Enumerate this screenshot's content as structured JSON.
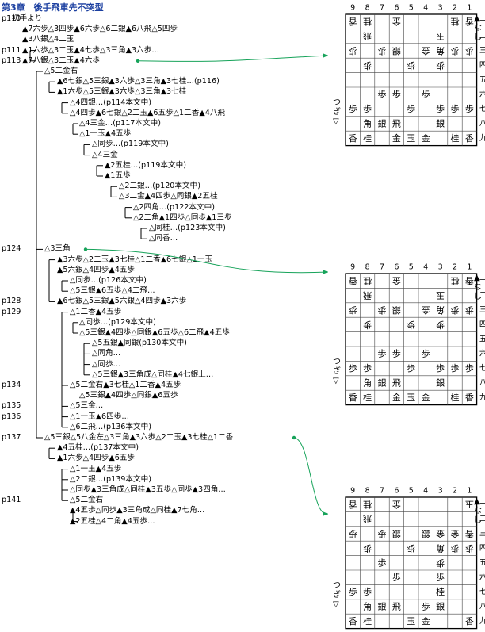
{
  "chapter_title": "第3章　後手飛車先不突型",
  "page_labels": [
    "p110",
    "p111",
    "p113",
    "p124",
    "p128",
    "p129",
    "p134",
    "p135",
    "p136",
    "p137",
    "p141"
  ],
  "lines": [
    "初手より",
    "▲7六歩△3四歩▲6六歩△6二銀▲6八飛△5四歩",
    "▲3八銀△4二玉",
    "▲1六歩△3二玉▲4七歩△3三角▲3六歩…",
    "▲7八銀△3二玉▲4六歩",
    "△5二金右",
    "▲6七銀△5三銀▲3六歩△3三角▲3七桂…(p116)",
    "▲1六歩△5三銀▲3六歩△3三角▲3七桂",
    "△4四銀…(p114本文中)",
    "△4四歩▲6七銀△2二玉▲6五歩△1二香▲4八飛",
    "△4三金…(p117本文中)",
    "△1一玉▲4五歩",
    "△同歩…(p119本文中)",
    "△4三金",
    "▲2五桂…(p119本文中)",
    "▲1五歩",
    "△2二銀…(p120本文中)",
    "△3二金▲4四歩△同銀▲2五桂",
    "△2四角…(p122本文中)",
    "△2二角▲1四歩△同歩▲1三歩",
    "△同桂…(p123本文中)",
    "△同香…",
    "△3三角",
    "▲3六歩△2二玉▲3七桂△1二香▲6七銀△1一玉",
    "▲5六銀△4四歩▲4五歩",
    "△同歩…(p126本文中)",
    "△5三銀▲6五歩△4二飛…",
    "▲6七銀△5三銀▲5六銀△4四歩▲3六歩",
    "△1二香▲4五歩",
    "△同歩…(p129本文中)",
    "△5三銀▲4四歩△同銀▲6五歩△6二飛▲4五歩",
    "△5五銀▲同銀(p130本文中)",
    "△同角…",
    "△同歩…",
    "△5三銀▲3三角成△同桂▲4七銀上…",
    "△5二金右▲3七桂△1二香▲4五歩",
    "△5三銀▲4四歩△同銀▲6五歩",
    "△5三金…",
    "△1一玉▲6四歩…",
    "△6二飛…(p136本文中)",
    "△5三銀△5八金左△3三角▲3六歩△2二玉▲3七桂△1二香",
    "▲4五桂…(p137本文中)",
    "▲1六歩△4四歩▲6五歩",
    "△1一玉▲4五歩",
    "△2二銀…(p139本文中)",
    "△同歩▲3三角成△同桂▲3五歩△同歩▲3四角…",
    "△5二金右",
    "▲4五歩△同歩▲3三角成△同桂▲7七角…",
    "▲2五桂△4二角▲4五歩…"
  ],
  "boards": [
    {
      "files": [
        "9",
        "8",
        "7",
        "6",
        "5",
        "4",
        "3",
        "2",
        "1"
      ],
      "ranks": [
        "一",
        "二",
        "三",
        "四",
        "五",
        "六",
        "七",
        "八",
        "九"
      ],
      "hand_top": "▲なし",
      "hand_bottom": "つぎ▽",
      "rows": [
        [
          [
            "香",
            "g"
          ],
          [
            "桂",
            "g"
          ],
          [
            "",
            ""
          ],
          [
            "金",
            "g"
          ],
          [
            "",
            ""
          ],
          [
            "",
            ""
          ],
          [
            "",
            ""
          ],
          [
            "桂",
            "g"
          ],
          [
            "香",
            "g"
          ]
        ],
        [
          [
            "",
            ""
          ],
          [
            "飛",
            "g"
          ],
          [
            "",
            ""
          ],
          [
            "",
            ""
          ],
          [
            "",
            ""
          ],
          [
            "",
            ""
          ],
          [
            "玉",
            "g"
          ],
          [
            "",
            ""
          ],
          [
            "",
            ""
          ]
        ],
        [
          [
            "歩",
            "g"
          ],
          [
            "",
            ""
          ],
          [
            "歩",
            "g"
          ],
          [
            "銀",
            "g"
          ],
          [
            "",
            ""
          ],
          [
            "金",
            "g"
          ],
          [
            "角",
            "g"
          ],
          [
            "歩",
            "g"
          ],
          [
            "歩",
            "g"
          ]
        ],
        [
          [
            "",
            ""
          ],
          [
            "歩",
            "g"
          ],
          [
            "",
            ""
          ],
          [
            "",
            ""
          ],
          [
            "歩",
            "g"
          ],
          [
            "",
            ""
          ],
          [
            "歩",
            "g"
          ],
          [
            "",
            ""
          ],
          [
            "",
            ""
          ]
        ],
        [
          [
            "",
            ""
          ],
          [
            "",
            ""
          ],
          [
            "",
            ""
          ],
          [
            "",
            ""
          ],
          [
            "",
            ""
          ],
          [
            "",
            ""
          ],
          [
            "",
            ""
          ],
          [
            "",
            ""
          ],
          [
            "",
            ""
          ]
        ],
        [
          [
            "",
            ""
          ],
          [
            "",
            ""
          ],
          [
            "歩",
            "s"
          ],
          [
            "歩",
            "s"
          ],
          [
            "",
            ""
          ],
          [
            "歩",
            "s"
          ],
          [
            "",
            ""
          ],
          [
            "",
            ""
          ],
          [
            "",
            ""
          ]
        ],
        [
          [
            "歩",
            "s"
          ],
          [
            "歩",
            "s"
          ],
          [
            "",
            ""
          ],
          [
            "",
            ""
          ],
          [
            "歩",
            "s"
          ],
          [
            "",
            ""
          ],
          [
            "歩",
            "s"
          ],
          [
            "歩",
            "s"
          ],
          [
            "歩",
            "s"
          ]
        ],
        [
          [
            "",
            ""
          ],
          [
            "角",
            "s"
          ],
          [
            "銀",
            "s"
          ],
          [
            "飛",
            "s"
          ],
          [
            "",
            ""
          ],
          [
            "",
            ""
          ],
          [
            "銀",
            "s"
          ],
          [
            "",
            ""
          ],
          [
            "",
            ""
          ]
        ],
        [
          [
            "香",
            "s"
          ],
          [
            "桂",
            "s"
          ],
          [
            "",
            ""
          ],
          [
            "金",
            "s"
          ],
          [
            "玉",
            "s"
          ],
          [
            "金",
            "s"
          ],
          [
            "",
            ""
          ],
          [
            "桂",
            "s"
          ],
          [
            "香",
            "s"
          ]
        ]
      ]
    },
    {
      "files": [
        "9",
        "8",
        "7",
        "6",
        "5",
        "4",
        "3",
        "2",
        "1"
      ],
      "ranks": [
        "一",
        "二",
        "三",
        "四",
        "五",
        "六",
        "七",
        "八",
        "九"
      ],
      "hand_top": "▲なし",
      "hand_bottom": "つぎ▽",
      "rows": [
        [
          [
            "香",
            "g"
          ],
          [
            "桂",
            "g"
          ],
          [
            "",
            ""
          ],
          [
            "金",
            "g"
          ],
          [
            "",
            ""
          ],
          [
            "",
            ""
          ],
          [
            "",
            ""
          ],
          [
            "桂",
            "g"
          ],
          [
            "香",
            "g"
          ]
        ],
        [
          [
            "",
            ""
          ],
          [
            "飛",
            "g"
          ],
          [
            "",
            ""
          ],
          [
            "",
            ""
          ],
          [
            "",
            ""
          ],
          [
            "",
            ""
          ],
          [
            "玉",
            "g"
          ],
          [
            "",
            ""
          ],
          [
            "",
            ""
          ]
        ],
        [
          [
            "歩",
            "g"
          ],
          [
            "",
            ""
          ],
          [
            "歩",
            "g"
          ],
          [
            "銀",
            "g"
          ],
          [
            "",
            ""
          ],
          [
            "金",
            "g"
          ],
          [
            "角",
            "g"
          ],
          [
            "歩",
            "g"
          ],
          [
            "歩",
            "g"
          ]
        ],
        [
          [
            "",
            ""
          ],
          [
            "歩",
            "g"
          ],
          [
            "",
            ""
          ],
          [
            "",
            ""
          ],
          [
            "歩",
            "g"
          ],
          [
            "",
            ""
          ],
          [
            "歩",
            "g"
          ],
          [
            "",
            ""
          ],
          [
            "",
            ""
          ]
        ],
        [
          [
            "",
            ""
          ],
          [
            "",
            ""
          ],
          [
            "",
            ""
          ],
          [
            "",
            ""
          ],
          [
            "",
            ""
          ],
          [
            "",
            ""
          ],
          [
            "",
            ""
          ],
          [
            "",
            ""
          ],
          [
            "",
            ""
          ]
        ],
        [
          [
            "",
            ""
          ],
          [
            "",
            ""
          ],
          [
            "歩",
            "s"
          ],
          [
            "歩",
            "s"
          ],
          [
            "",
            ""
          ],
          [
            "歩",
            "s"
          ],
          [
            "",
            ""
          ],
          [
            "",
            ""
          ],
          [
            "",
            ""
          ]
        ],
        [
          [
            "歩",
            "s"
          ],
          [
            "歩",
            "s"
          ],
          [
            "",
            ""
          ],
          [
            "",
            ""
          ],
          [
            "歩",
            "s"
          ],
          [
            "",
            ""
          ],
          [
            "歩",
            "s"
          ],
          [
            "歩",
            "s"
          ],
          [
            "歩",
            "s"
          ]
        ],
        [
          [
            "",
            ""
          ],
          [
            "角",
            "s"
          ],
          [
            "銀",
            "s"
          ],
          [
            "飛",
            "s"
          ],
          [
            "",
            ""
          ],
          [
            "",
            ""
          ],
          [
            "銀",
            "s"
          ],
          [
            "",
            ""
          ],
          [
            "",
            ""
          ]
        ],
        [
          [
            "香",
            "s"
          ],
          [
            "桂",
            "s"
          ],
          [
            "",
            ""
          ],
          [
            "金",
            "s"
          ],
          [
            "玉",
            "s"
          ],
          [
            "金",
            "s"
          ],
          [
            "",
            ""
          ],
          [
            "桂",
            "s"
          ],
          [
            "香",
            "s"
          ]
        ]
      ]
    },
    {
      "files": [
        "9",
        "8",
        "7",
        "6",
        "5",
        "4",
        "3",
        "2",
        "1"
      ],
      "ranks": [
        "一",
        "二",
        "三",
        "四",
        "五",
        "六",
        "七",
        "八",
        "九"
      ],
      "hand_top": "▲なし",
      "hand_bottom": "つぎ▽",
      "rows": [
        [
          [
            "香",
            "g"
          ],
          [
            "桂",
            "g"
          ],
          [
            "",
            ""
          ],
          [
            "金",
            "g"
          ],
          [
            "",
            ""
          ],
          [
            "",
            ""
          ],
          [
            "",
            ""
          ],
          [
            "",
            ""
          ],
          [
            "玉",
            "g"
          ]
        ],
        [
          [
            "",
            ""
          ],
          [
            "飛",
            "g"
          ],
          [
            "",
            ""
          ],
          [
            "",
            ""
          ],
          [
            "",
            ""
          ],
          [
            "",
            ""
          ],
          [
            "",
            ""
          ],
          [
            "",
            ""
          ],
          [
            "",
            ""
          ]
        ],
        [
          [
            "歩",
            "g"
          ],
          [
            "",
            ""
          ],
          [
            "歩",
            "g"
          ],
          [
            "銀",
            "g"
          ],
          [
            "",
            ""
          ],
          [
            "銀",
            "g"
          ],
          [
            "金",
            "g"
          ],
          [
            "金",
            "g"
          ],
          [
            "香",
            "g"
          ]
        ],
        [
          [
            "",
            ""
          ],
          [
            "歩",
            "g"
          ],
          [
            "",
            ""
          ],
          [
            "",
            ""
          ],
          [
            "歩",
            "g"
          ],
          [
            "",
            ""
          ],
          [
            "角",
            "g"
          ],
          [
            "歩",
            "g"
          ],
          [
            "歩",
            "g"
          ]
        ],
        [
          [
            "",
            ""
          ],
          [
            "",
            ""
          ],
          [
            "歩",
            "s"
          ],
          [
            "",
            ""
          ],
          [
            "",
            ""
          ],
          [
            "",
            ""
          ],
          [
            "歩",
            "g"
          ],
          [
            "",
            ""
          ],
          [
            "",
            ""
          ]
        ],
        [
          [
            "",
            ""
          ],
          [
            "",
            ""
          ],
          [
            "",
            ""
          ],
          [
            "歩",
            "s"
          ],
          [
            "",
            ""
          ],
          [
            "",
            ""
          ],
          [
            "歩",
            "s"
          ],
          [
            "",
            ""
          ],
          [
            "",
            ""
          ]
        ],
        [
          [
            "歩",
            "s"
          ],
          [
            "歩",
            "s"
          ],
          [
            "",
            ""
          ],
          [
            "",
            ""
          ],
          [
            "",
            ""
          ],
          [
            "",
            ""
          ],
          [
            "桂",
            "s"
          ],
          [
            "",
            ""
          ],
          [
            "",
            ""
          ]
        ],
        [
          [
            "",
            ""
          ],
          [
            "角",
            "s"
          ],
          [
            "銀",
            "s"
          ],
          [
            "飛",
            "s"
          ],
          [
            "",
            ""
          ],
          [
            "歩",
            "s"
          ],
          [
            "銀",
            "s"
          ],
          [
            "",
            ""
          ],
          [
            "",
            ""
          ]
        ],
        [
          [
            "香",
            "s"
          ],
          [
            "桂",
            "s"
          ],
          [
            "",
            ""
          ],
          [
            "",
            ""
          ],
          [
            "玉",
            "s"
          ],
          [
            "金",
            "s"
          ],
          [
            "",
            ""
          ],
          [
            "",
            ""
          ],
          [
            "香",
            "s"
          ]
        ]
      ]
    }
  ],
  "colors": {
    "title": "#1b3fa0",
    "arrow": "#17a35a",
    "line": "#000000"
  }
}
